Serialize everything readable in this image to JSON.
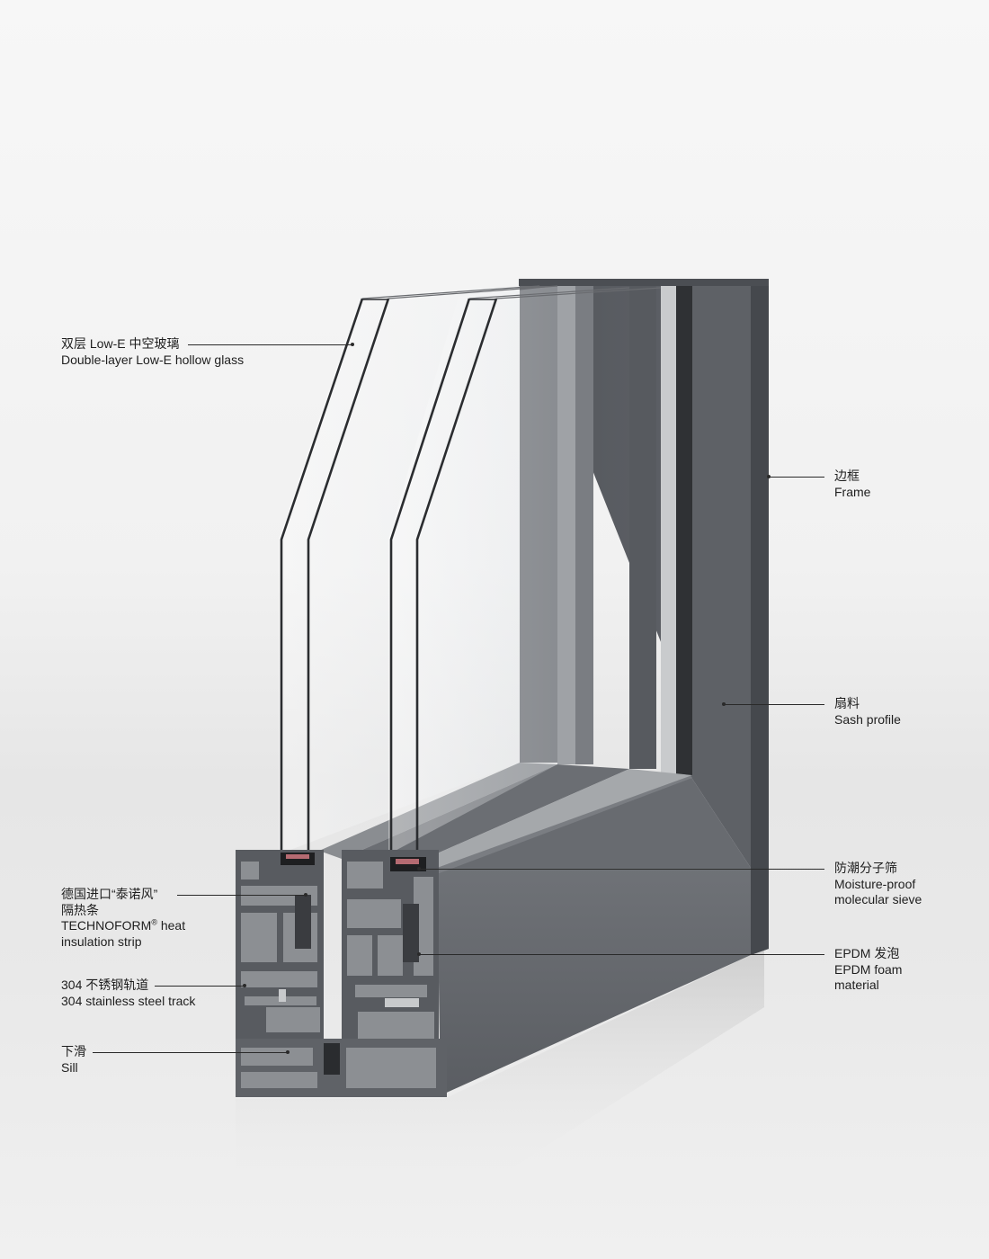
{
  "colors": {
    "aluminum": "#5b5e63",
    "aluminum_dark": "#4a4d52",
    "aluminum_light": "#6d7075",
    "section_fill": "#8c8f93",
    "glass_edge": "#2b2d30",
    "leader": "#2a2a2a",
    "text": "#1e1e1e",
    "background": "#f2f2f2"
  },
  "labels": {
    "glass": {
      "zh": "双层 Low-E 中空玻璃",
      "en": "Double-layer Low-E hollow glass"
    },
    "frame": {
      "zh": "边框",
      "en": "Frame"
    },
    "sash": {
      "zh": "扇料",
      "en": "Sash profile"
    },
    "sieve": {
      "zh": "防潮分子筛",
      "en1": "Moisture-proof",
      "en2": "molecular sieve"
    },
    "epdm": {
      "zh": "EPDM 发泡",
      "en1": "EPDM foam",
      "en2": "material"
    },
    "strip": {
      "zh1": "德国进口“泰诺风”",
      "zh2": "隔热条",
      "en1_a": "TECHNOFORM",
      "en1_sup": "®",
      "en1_b": " heat",
      "en2": "insulation strip"
    },
    "track": {
      "zh": "304 不锈钢轨道",
      "en": "304 stainless steel track"
    },
    "sill": {
      "zh": "下滑",
      "en": "Sill"
    }
  }
}
